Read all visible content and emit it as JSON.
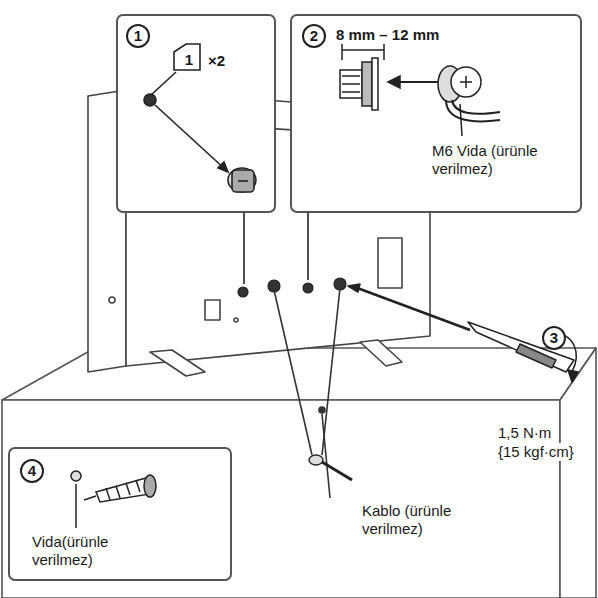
{
  "diagram": {
    "nodes": [
      {
        "text": [
          "1",
          "1",
          "×2"
        ]
      },
      {
        "text": [
          "2",
          "8 mm – 12 mm",
          "M6 Vida (ürünle verilmez)"
        ]
      },
      {
        "text": [
          "4",
          "Vida(ürünle verilmez)"
        ]
      }
    ],
    "labels": [
      "3",
      "1,5 N·m",
      "{15 kgf·cm}",
      "Kablo (ürünle verilmez)"
    ]
  }
}
